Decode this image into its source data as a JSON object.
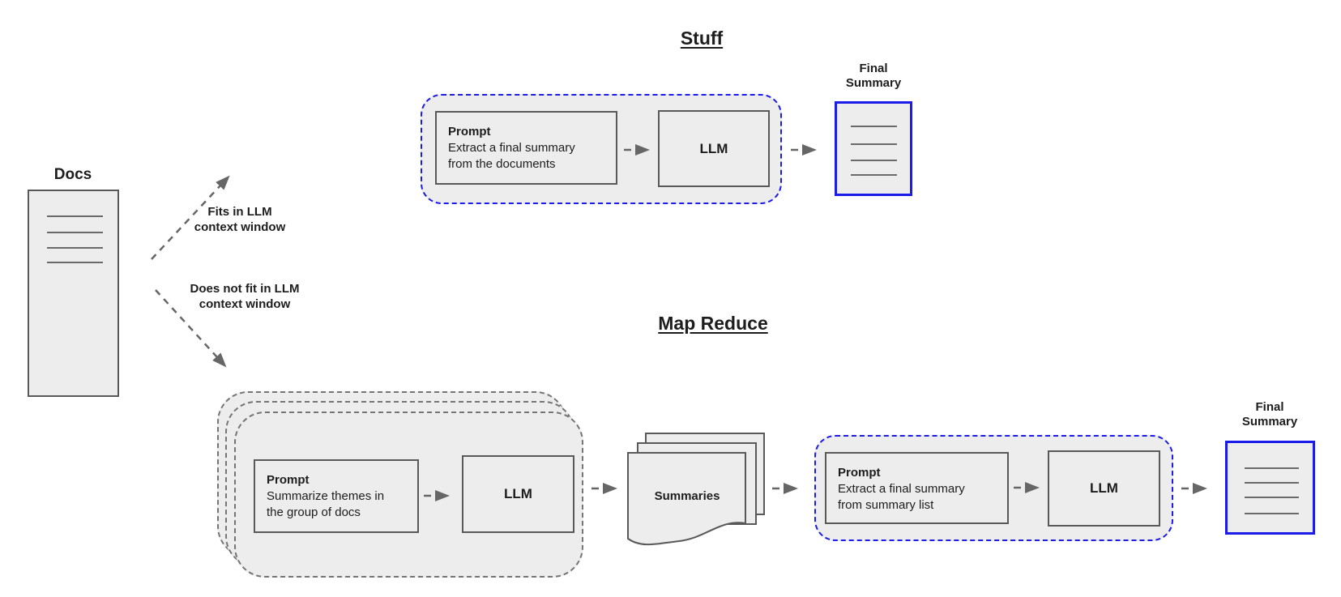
{
  "title_stuff": "Stuff",
  "title_map_reduce": "Map Reduce",
  "docs": {
    "label": "Docs"
  },
  "branch_fits": {
    "line1": "Fits in LLM",
    "line2": "context window"
  },
  "branch_not_fit": {
    "line1": "Does not fit in LLM",
    "line2": "context window"
  },
  "stuff": {
    "prompt": {
      "title": "Prompt",
      "body1": "Extract a final summary",
      "body2": "from the documents"
    },
    "llm_label": "LLM",
    "final_summary": {
      "line1": "Final",
      "line2": "Summary"
    }
  },
  "map_reduce": {
    "map_prompt": {
      "title": "Prompt",
      "body1": "Summarize themes in",
      "body2": "the group of docs"
    },
    "map_llm_label": "LLM",
    "summaries_label": "Summaries",
    "reduce_prompt": {
      "title": "Prompt",
      "body1": "Extract a final summary",
      "body2": "from summary list"
    },
    "reduce_llm_label": "LLM",
    "final_summary": {
      "line1": "Final",
      "line2": "Summary"
    }
  },
  "colors": {
    "accent_blue": "#1c1ce8",
    "box_border_gray": "#595959",
    "stack_dashed_gray": "#757575",
    "box_fill": "#ededee",
    "arrow_gray": "#666666"
  }
}
